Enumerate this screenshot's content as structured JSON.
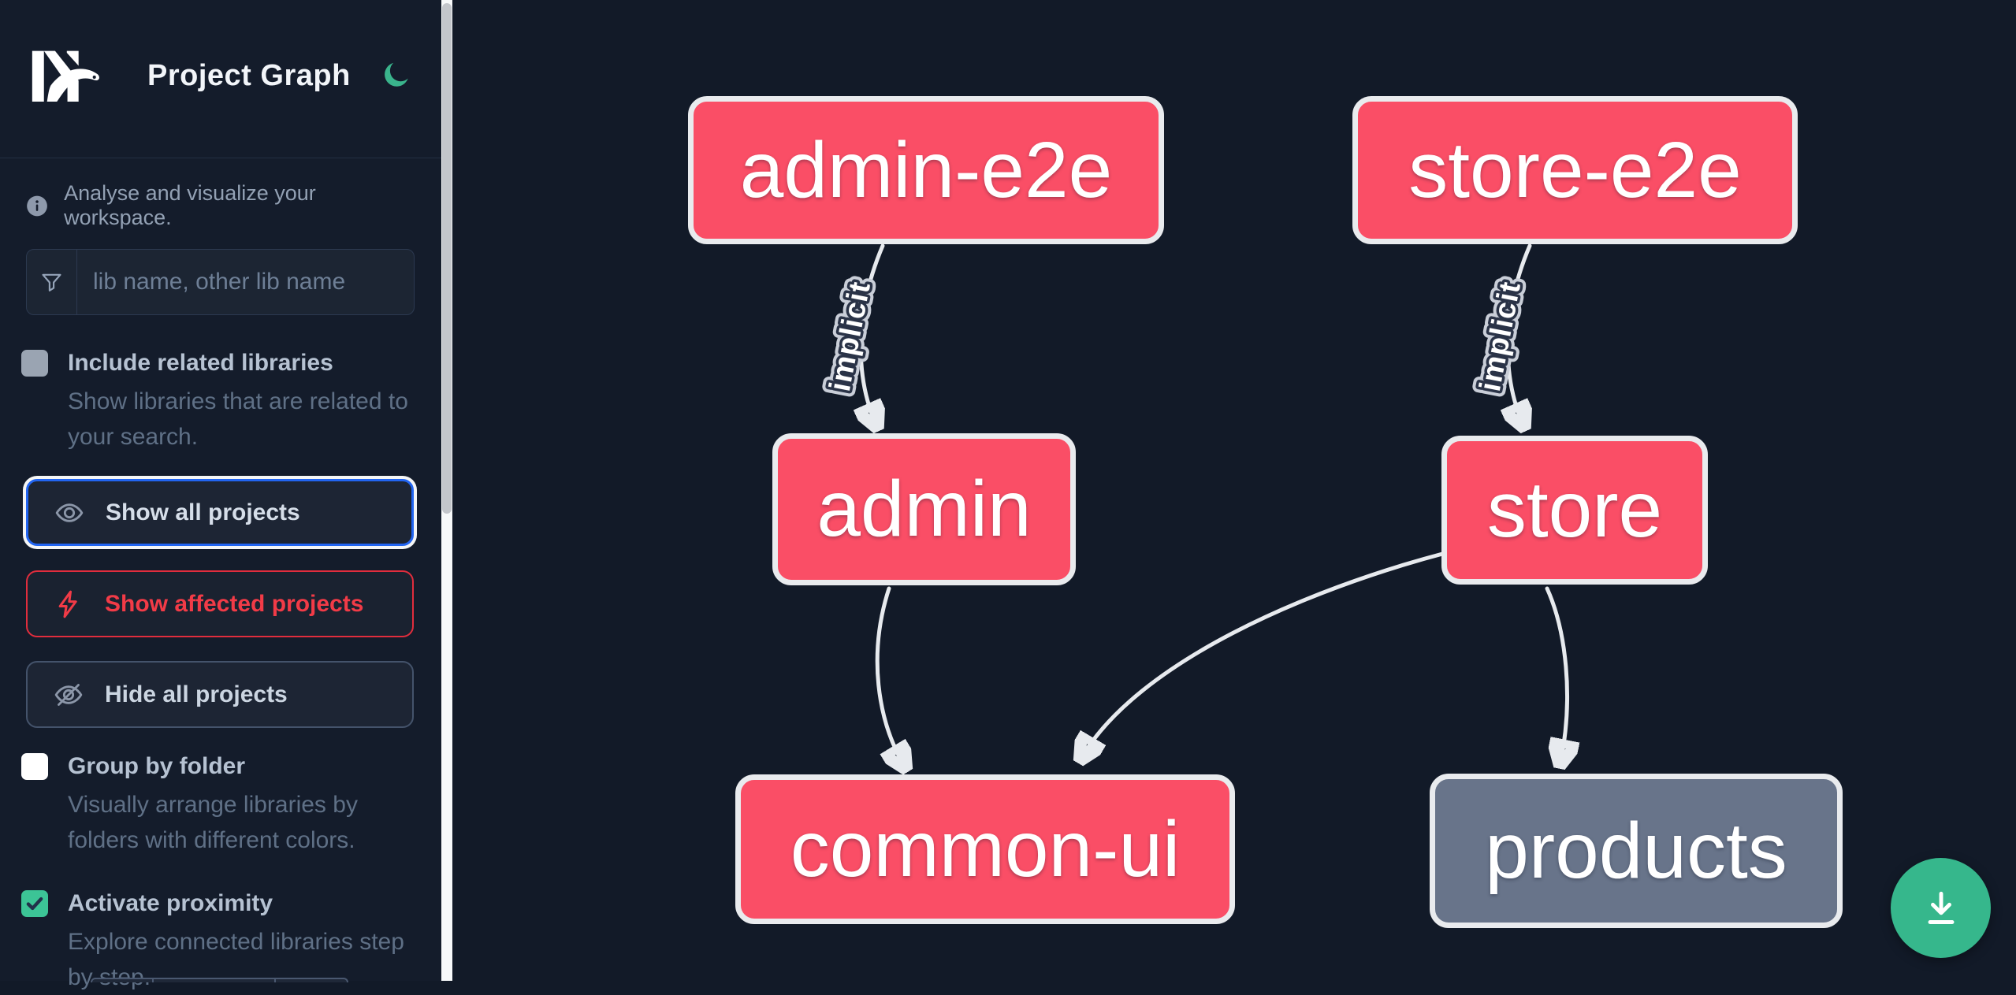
{
  "header": {
    "title": "Project Graph",
    "logo_icon": "nx-logo",
    "theme_toggle_icon": "moon-icon"
  },
  "info": {
    "icon": "info-icon",
    "text": "Analyse and visualize your workspace."
  },
  "search": {
    "icon": "filter-icon",
    "placeholder": "lib name, other lib name",
    "value": ""
  },
  "options": [
    {
      "label": "Include related libraries",
      "description": "Show libraries that are related to your search.",
      "checked": false,
      "disabled": true
    },
    {
      "label": "Group by folder",
      "description": "Visually arrange libraries by folders with different colors.",
      "checked": false,
      "disabled": false
    },
    {
      "label": "Activate proximity",
      "description": "Explore connected libraries step by step.",
      "checked": true,
      "disabled": false
    }
  ],
  "actions": [
    {
      "label": "Show all projects",
      "icon": "eye-icon",
      "variant": "focused"
    },
    {
      "label": "Show affected projects",
      "icon": "bolt-icon",
      "variant": "danger"
    },
    {
      "label": "Hide all projects",
      "icon": "eye-slash-icon",
      "variant": "default"
    }
  ],
  "graph": {
    "nodes": [
      {
        "id": "admin-e2e",
        "label": "admin-e2e",
        "color": "pink"
      },
      {
        "id": "store-e2e",
        "label": "store-e2e",
        "color": "pink"
      },
      {
        "id": "admin",
        "label": "admin",
        "color": "pink"
      },
      {
        "id": "store",
        "label": "store",
        "color": "pink"
      },
      {
        "id": "common-ui",
        "label": "common-ui",
        "color": "pink"
      },
      {
        "id": "products",
        "label": "products",
        "color": "gray"
      }
    ],
    "edges": [
      {
        "source": "admin-e2e",
        "target": "admin",
        "label": "implicit"
      },
      {
        "source": "store-e2e",
        "target": "store",
        "label": "implicit"
      },
      {
        "source": "admin",
        "target": "common-ui",
        "label": ""
      },
      {
        "source": "store",
        "target": "common-ui",
        "label": ""
      },
      {
        "source": "store",
        "target": "products",
        "label": ""
      }
    ]
  },
  "fab": {
    "icon": "download-icon"
  },
  "colors": {
    "node_pink": "#fa4e66",
    "node_gray": "#68748a",
    "accent_blue": "#2265f1",
    "danger_red": "#e12d3d",
    "success_green": "#3cc496",
    "download_green": "#36b78c",
    "moon_green": "#3ab48c"
  }
}
